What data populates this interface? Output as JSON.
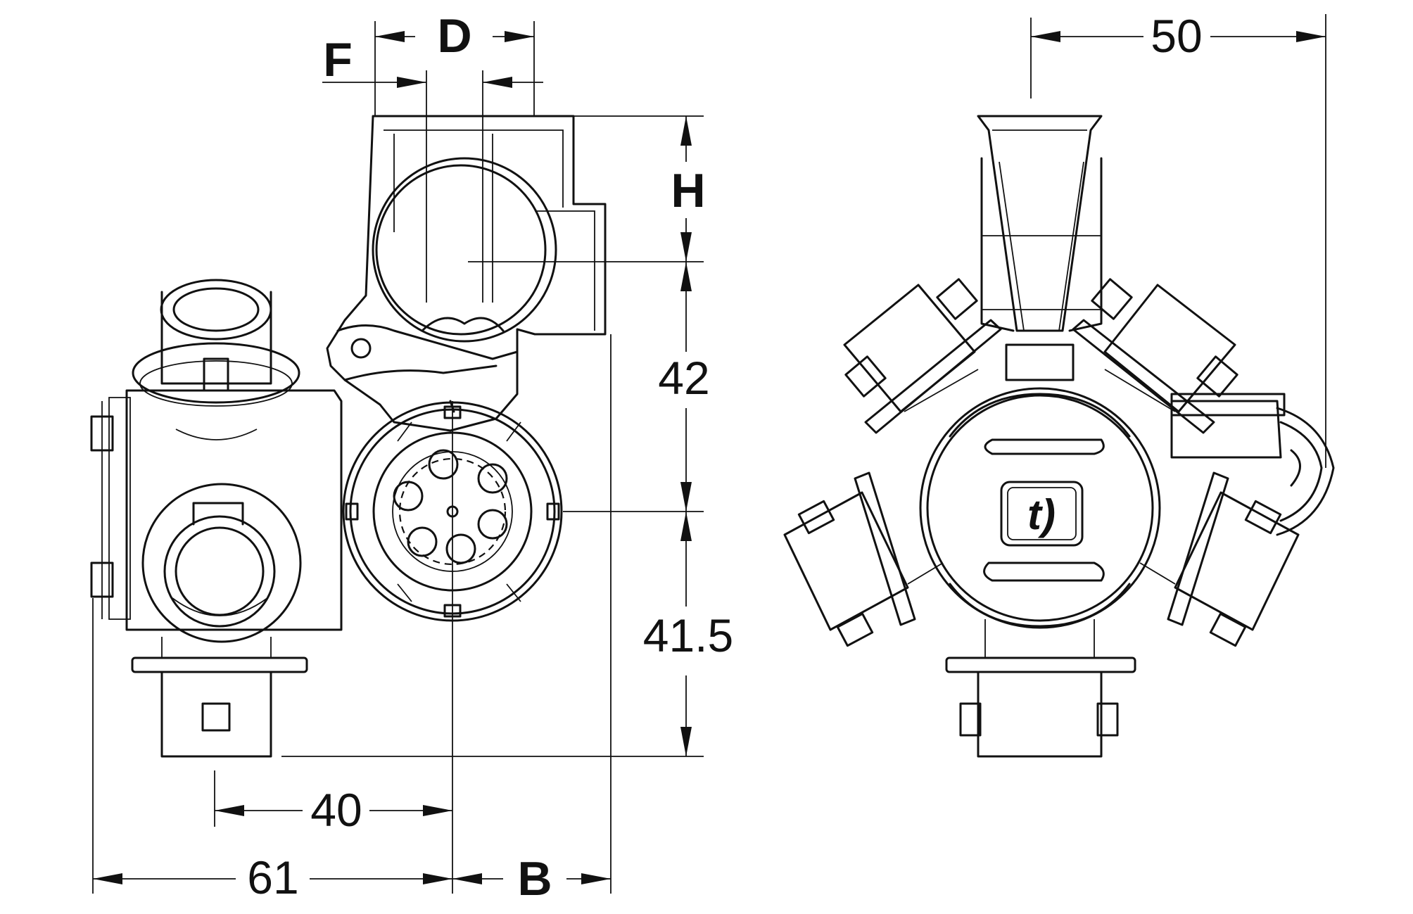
{
  "left_view": {
    "dim_D": "D",
    "dim_F": "F",
    "dim_H": "H",
    "dim_42": "42",
    "dim_41_5": "41.5",
    "dim_40": "40",
    "dim_61": "61",
    "dim_B": "B"
  },
  "right_view": {
    "dim_50": "50",
    "logo_text": "t)"
  }
}
